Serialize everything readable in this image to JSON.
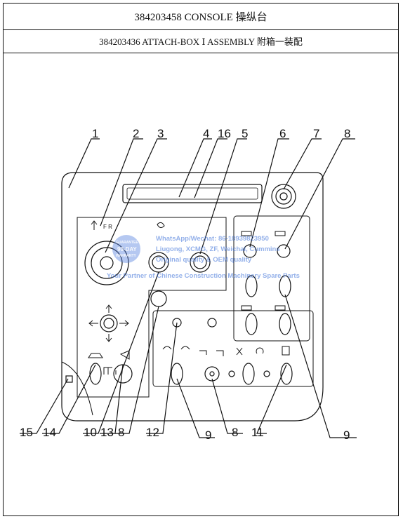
{
  "header": {
    "title": "384203458 CONSOLE 操纵台",
    "subtitle": "384203436 ATTACH-BOX Ⅰ ASSEMBLY 附箱一装配"
  },
  "callouts": {
    "top": [
      "1",
      "2",
      "3",
      "4",
      "16",
      "5",
      "6",
      "7",
      "8"
    ],
    "bottom": [
      "15",
      "14",
      "10",
      "13",
      "8",
      "12",
      "9",
      "8",
      "11",
      "9"
    ]
  },
  "panel_labels": {
    "fr_switch": "F R"
  },
  "watermark": {
    "badge_top": "GUARANTEE",
    "badge_mid": "90-DAY",
    "badge_bottom": "WARRANTY",
    "line1": "WhatsApp/Wechat: 86-18939823950",
    "line2": "Liugong, XCMG, ZF, Weichai, Cummins",
    "line3": "Original quality & OEM quality",
    "line4": "Your Partner of Chinese Construction Machinery Spare Parts"
  }
}
